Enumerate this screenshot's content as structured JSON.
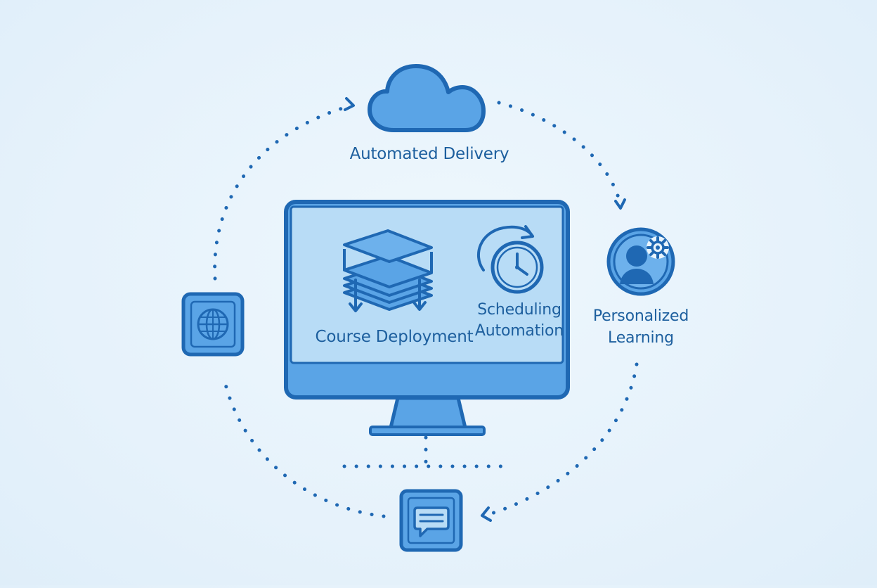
{
  "nodes": {
    "delivery": {
      "label": "Automated Delivery",
      "icon": "cloud-icon"
    },
    "personalized": {
      "line1": "Personalized",
      "line2": "Learning",
      "icon": "user-gear-icon"
    },
    "course": {
      "label": "Course Deployment",
      "icon": "layers-stack-icon"
    },
    "scheduling": {
      "line1": "Scheduling",
      "line2": "Automation",
      "icon": "clock-refresh-icon"
    },
    "web": {
      "icon": "globe-icon"
    },
    "chat": {
      "icon": "chat-bubble-icon"
    },
    "hub": {
      "icon": "monitor-icon"
    }
  },
  "colors": {
    "primary": "#1f68b3",
    "fill": "#5aa4e6",
    "screen": "#b8dcf6",
    "background": "#e8f4fc"
  }
}
